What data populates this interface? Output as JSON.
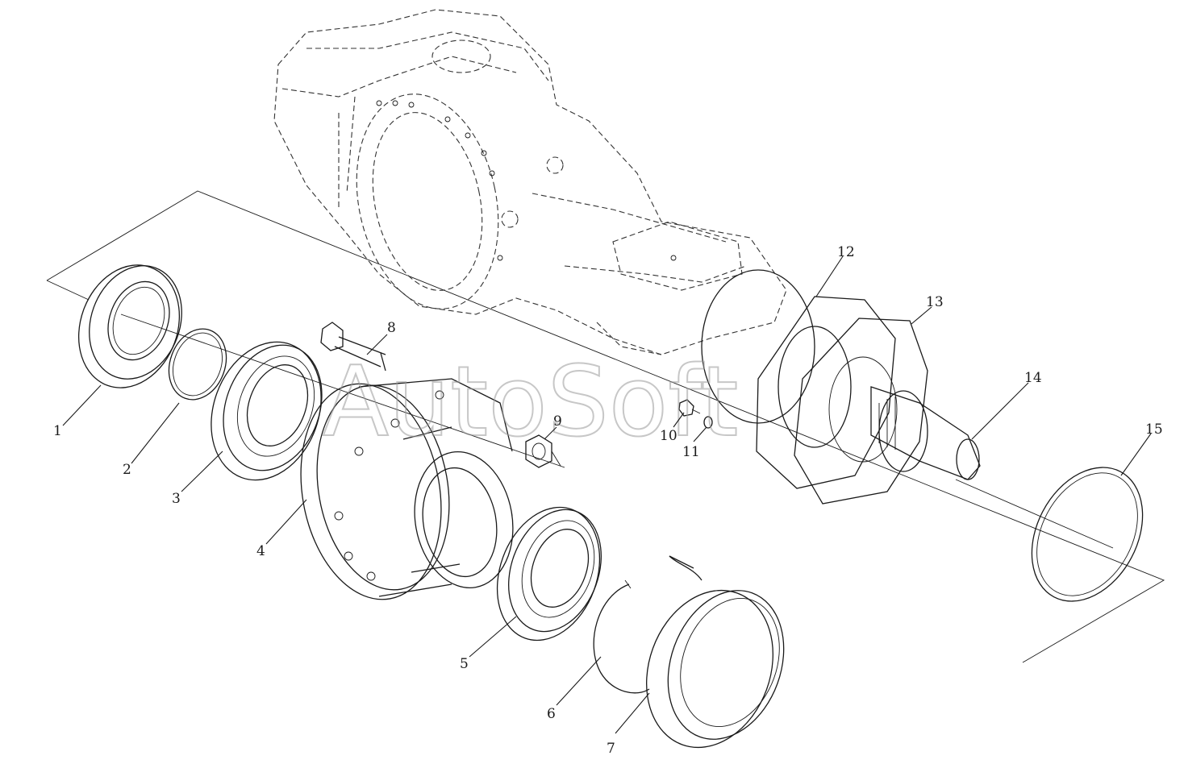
{
  "diagram": {
    "type": "exploded-assembly-drawing",
    "subject": "drive axle wheel hub / final drive assembly",
    "watermark": "AutoSoft",
    "part_numbers": [
      "1",
      "2",
      "3",
      "4",
      "5",
      "6",
      "7",
      "8",
      "9",
      "10",
      "11",
      "12",
      "13",
      "14",
      "15"
    ]
  }
}
